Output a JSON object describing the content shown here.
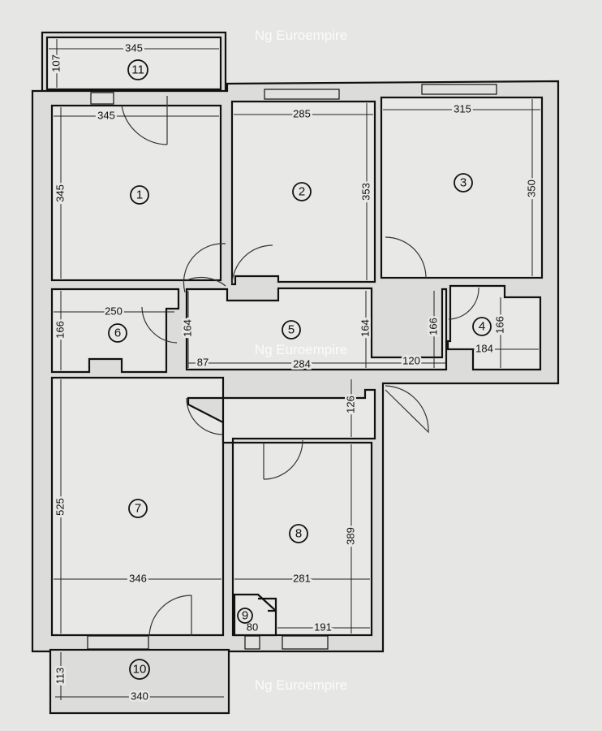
{
  "watermark": "Ng Euroempire",
  "rooms": [
    "1",
    "2",
    "3",
    "4",
    "5",
    "6",
    "7",
    "8",
    "9",
    "10",
    "11"
  ],
  "dims": [
    "345",
    "107",
    "345",
    "345",
    "285",
    "353",
    "315",
    "350",
    "250",
    "166",
    "164",
    "164",
    "87",
    "284",
    "120",
    "166",
    "166",
    "184",
    "126",
    "525",
    "346",
    "281",
    "389",
    "80",
    "191",
    "113",
    "340"
  ]
}
